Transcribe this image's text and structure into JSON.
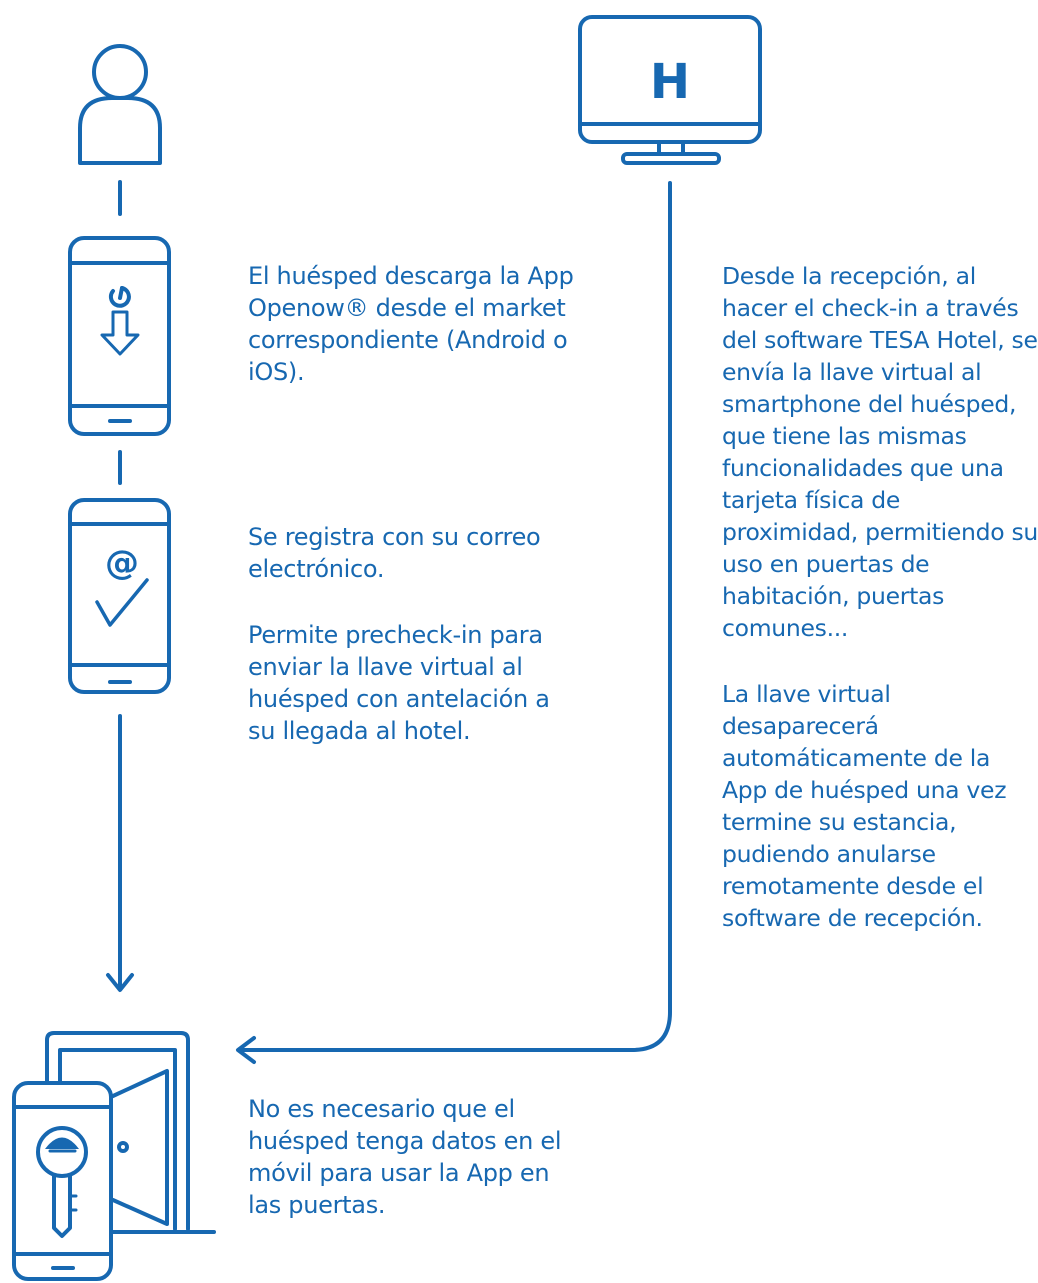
{
  "colors": {
    "primary": "#1768b1"
  },
  "icons": {
    "guest": "person-icon",
    "download": "phone-download-icon",
    "register": "phone-email-check-icon",
    "hotel": "monitor-hotel-icon",
    "door": "door-phone-key-icon"
  },
  "hotel_monitor_letter": "H",
  "steps": {
    "download": {
      "text": "El huésped descarga la App Openow® desde el market correspondiente (Android o iOS)."
    },
    "register": {
      "text1": "Se registra con su correo electrónico.",
      "text2": "Permite precheck-in para enviar la llave virtual al huésped con antelación a su llegada al hotel."
    },
    "reception": {
      "text1": "Desde la recepción, al hacer el check-in a través del software TESA Hotel, se envía la llave virtual al smartphone del huésped, que tiene las mismas funcionalidades que una tarjeta física de proximidad, permitiendo su uso en puertas de habitación, puertas comunes...",
      "text2": "La llave virtual desaparecerá automáticamente de la App de huésped una vez termine su estancia, pudiendo anularse remotamente desde el software de recepción."
    },
    "door": {
      "text": "No es necesario que el huésped tenga datos en el móvil para usar la App en las puertas."
    }
  }
}
